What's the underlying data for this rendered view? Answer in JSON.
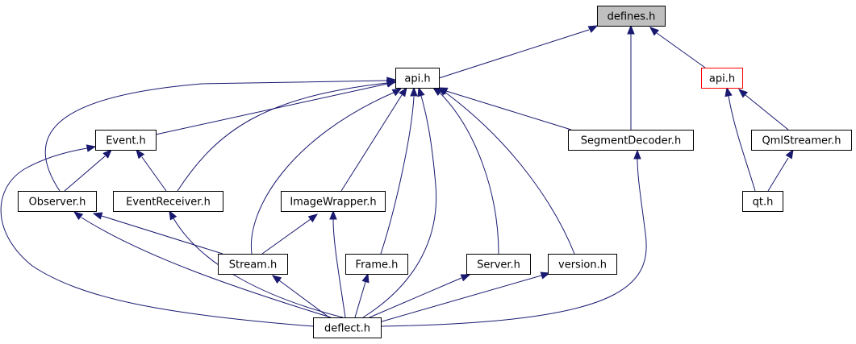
{
  "diagram": {
    "kind": "include-dependency-graph",
    "colors": {
      "edge": "#191970",
      "root_fill": "#bfbfbf",
      "node_stroke": "#000000",
      "highlight_stroke": "#ff0000"
    },
    "nodes": [
      {
        "id": "defines",
        "label": "defines.h",
        "style": "root"
      },
      {
        "id": "api",
        "label": "api.h",
        "style": "normal"
      },
      {
        "id": "api2",
        "label": "api.h",
        "style": "red"
      },
      {
        "id": "event",
        "label": "Event.h",
        "style": "normal"
      },
      {
        "id": "segdec",
        "label": "SegmentDecoder.h",
        "style": "normal"
      },
      {
        "id": "qmlstreamer",
        "label": "QmlStreamer.h",
        "style": "normal"
      },
      {
        "id": "observer",
        "label": "Observer.h",
        "style": "normal"
      },
      {
        "id": "eventrecv",
        "label": "EventReceiver.h",
        "style": "normal"
      },
      {
        "id": "imagewrapper",
        "label": "ImageWrapper.h",
        "style": "normal"
      },
      {
        "id": "qt",
        "label": "qt.h",
        "style": "normal"
      },
      {
        "id": "stream",
        "label": "Stream.h",
        "style": "normal"
      },
      {
        "id": "frame",
        "label": "Frame.h",
        "style": "normal"
      },
      {
        "id": "server",
        "label": "Server.h",
        "style": "normal"
      },
      {
        "id": "version",
        "label": "version.h",
        "style": "normal"
      },
      {
        "id": "deflect",
        "label": "deflect.h",
        "style": "normal"
      }
    ],
    "edges": [
      {
        "from": "api",
        "to": "defines"
      },
      {
        "from": "segdec",
        "to": "defines"
      },
      {
        "from": "api2",
        "to": "defines"
      },
      {
        "from": "event",
        "to": "api"
      },
      {
        "from": "observer",
        "to": "api"
      },
      {
        "from": "eventrecv",
        "to": "api"
      },
      {
        "from": "stream",
        "to": "api"
      },
      {
        "from": "imagewrapper",
        "to": "api"
      },
      {
        "from": "frame",
        "to": "api"
      },
      {
        "from": "deflect",
        "to": "api"
      },
      {
        "from": "server",
        "to": "api"
      },
      {
        "from": "version",
        "to": "api"
      },
      {
        "from": "segdec",
        "to": "api"
      },
      {
        "from": "qmlstreamer",
        "to": "api2"
      },
      {
        "from": "qt",
        "to": "api2"
      },
      {
        "from": "qt",
        "to": "qmlstreamer"
      },
      {
        "from": "observer",
        "to": "event"
      },
      {
        "from": "eventrecv",
        "to": "event"
      },
      {
        "from": "deflect",
        "to": "event"
      },
      {
        "from": "stream",
        "to": "observer"
      },
      {
        "from": "deflect",
        "to": "observer"
      },
      {
        "from": "deflect",
        "to": "eventrecv"
      },
      {
        "from": "stream",
        "to": "imagewrapper"
      },
      {
        "from": "deflect",
        "to": "imagewrapper"
      },
      {
        "from": "deflect",
        "to": "stream"
      },
      {
        "from": "deflect",
        "to": "frame"
      },
      {
        "from": "deflect",
        "to": "server"
      },
      {
        "from": "deflect",
        "to": "version"
      },
      {
        "from": "deflect",
        "to": "segdec"
      }
    ]
  }
}
